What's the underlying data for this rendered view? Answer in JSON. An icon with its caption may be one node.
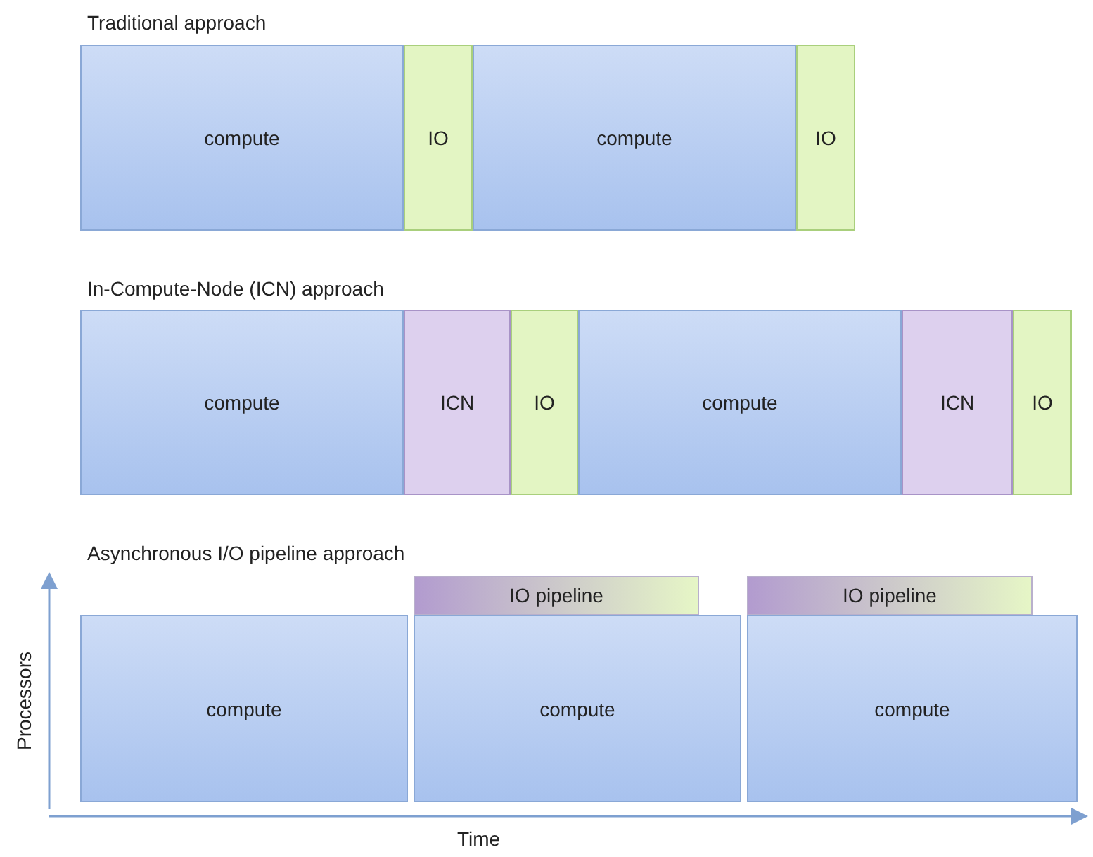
{
  "diagram": {
    "nodes": [
      {
        "text": [
          "compute"
        ]
      },
      {
        "text": [
          "IO"
        ]
      },
      {
        "text": [
          "compute"
        ]
      },
      {
        "text": [
          "IO"
        ]
      },
      {
        "text": [
          "compute"
        ]
      },
      {
        "text": [
          "ICN"
        ]
      },
      {
        "text": [
          "IO"
        ]
      },
      {
        "text": [
          "compute"
        ]
      },
      {
        "text": [
          "ICN"
        ]
      },
      {
        "text": [
          "IO"
        ]
      },
      {
        "text": [
          "IO pipeline"
        ]
      },
      {
        "text": [
          "IO pipeline"
        ]
      },
      {
        "text": [
          "compute"
        ]
      },
      {
        "text": [
          "compute"
        ]
      },
      {
        "text": [
          "compute"
        ]
      }
    ],
    "labels": [
      "Traditional approach",
      "In-Compute-Node (ICN) approach",
      "Asynchronous I/O pipeline approach",
      "Processors",
      "Time"
    ]
  }
}
